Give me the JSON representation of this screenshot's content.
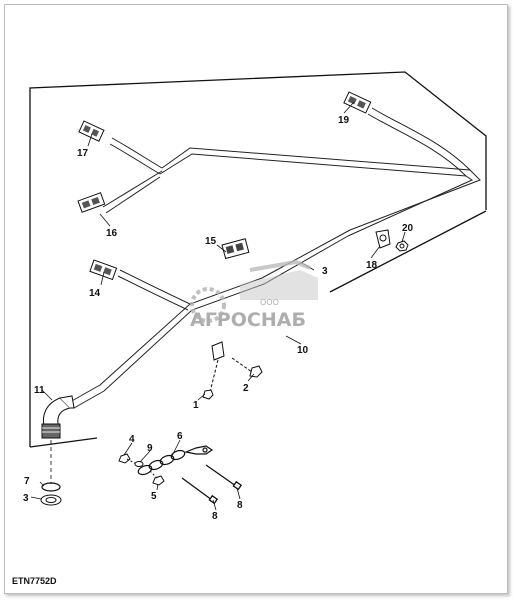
{
  "figure_code": "ETN7752D",
  "watermark": {
    "company_prefix": "ООО",
    "company_name": "АГРОСНАБ"
  },
  "callouts": {
    "c1": "1",
    "c2": "2",
    "c3a": "3",
    "c3b": "3",
    "c4": "4",
    "c5": "5",
    "c6": "6",
    "c7": "7",
    "c8a": "8",
    "c8b": "8",
    "c9": "9",
    "c10": "10",
    "c11": "11",
    "c14": "14",
    "c15": "15",
    "c16": "16",
    "c17": "17",
    "c18": "18",
    "c19": "19",
    "c20": "20"
  }
}
